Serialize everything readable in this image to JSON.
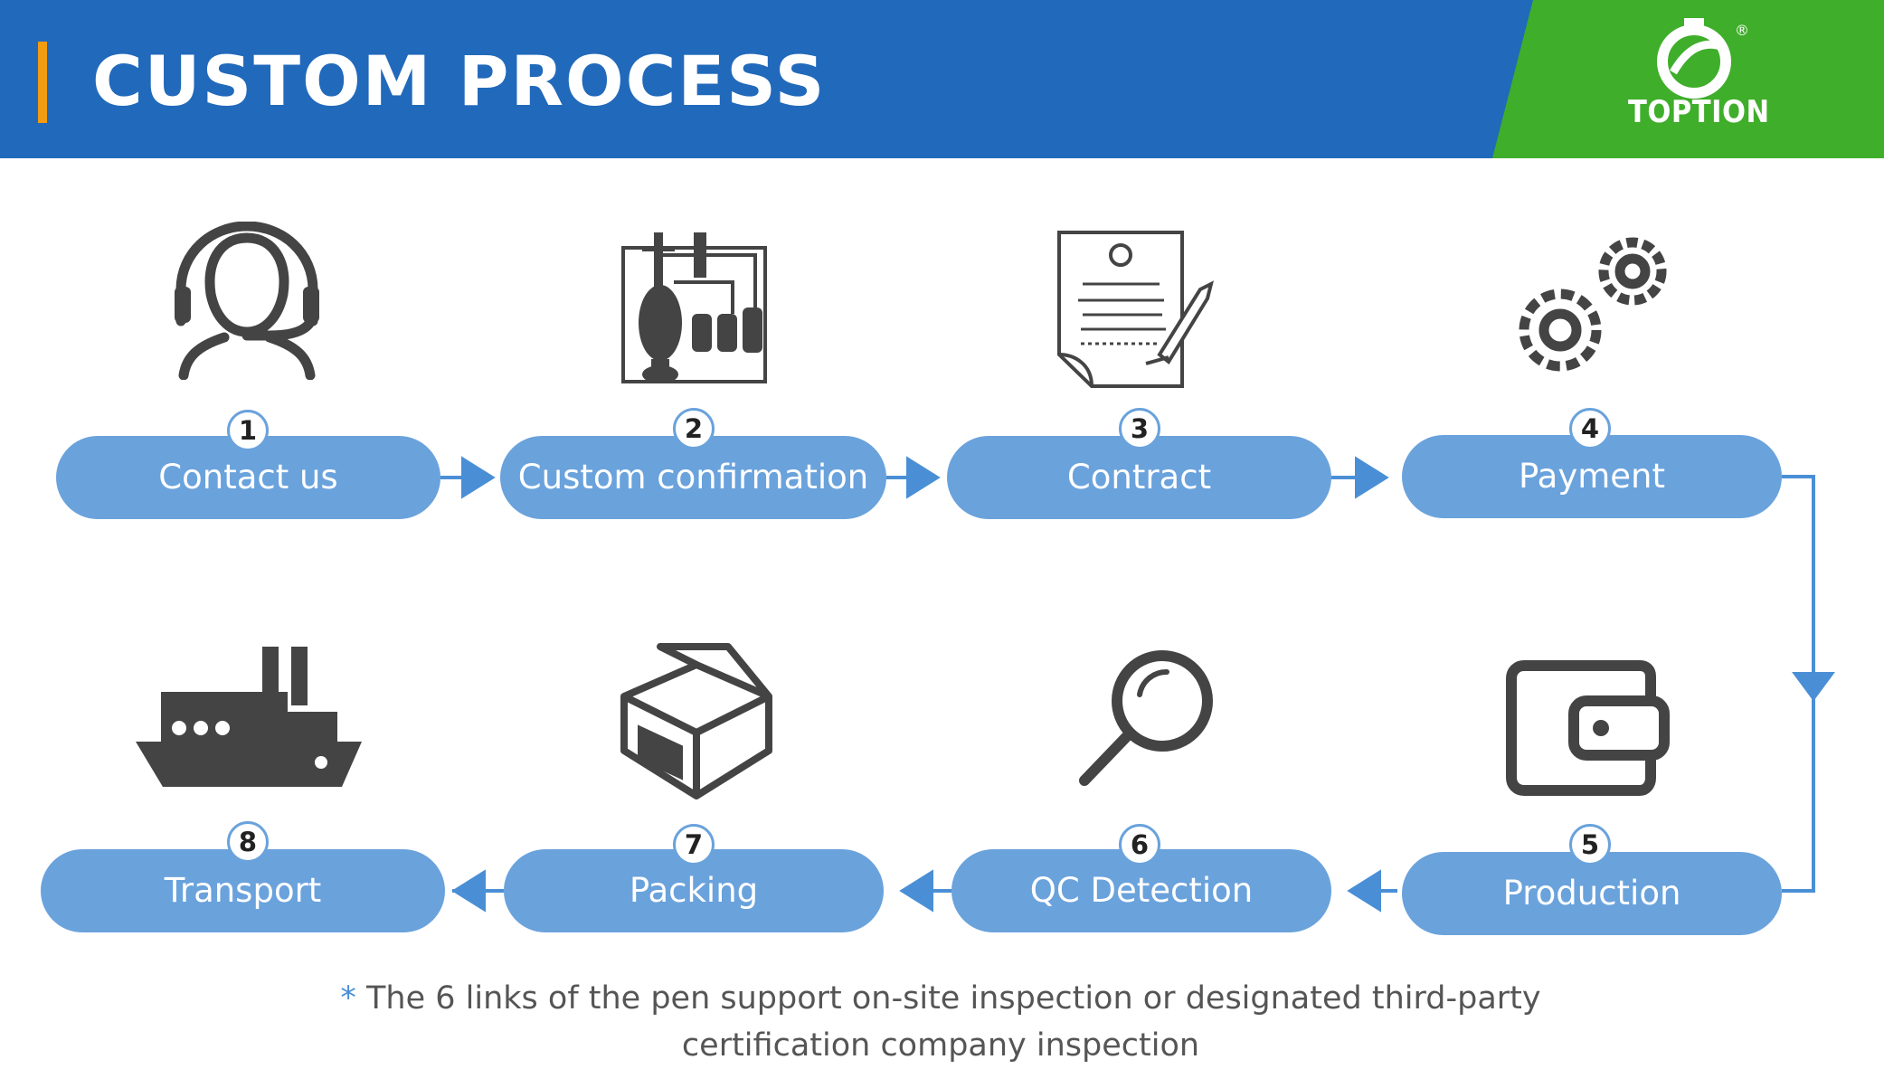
{
  "header": {
    "title": "CUSTOM PROCESS",
    "logo_text": "TOPTION",
    "logo_reg": "®",
    "colors": {
      "blue": "#2169bb",
      "green": "#3fae2a",
      "accent": "#f39c12"
    }
  },
  "steps": [
    {
      "number": "1",
      "label": "Contact us",
      "icon": "headset-person-icon"
    },
    {
      "number": "2",
      "label": "Custom confirmation",
      "icon": "reactor-equipment-icon"
    },
    {
      "number": "3",
      "label": "Contract",
      "icon": "contract-document-icon"
    },
    {
      "number": "4",
      "label": "Payment",
      "icon": "gears-icon"
    },
    {
      "number": "5",
      "label": "Production",
      "icon": "wallet-icon"
    },
    {
      "number": "6",
      "label": "QC Detection",
      "icon": "magnifier-icon"
    },
    {
      "number": "7",
      "label": "Packing",
      "icon": "box-icon"
    },
    {
      "number": "8",
      "label": "Transport",
      "icon": "ship-icon"
    }
  ],
  "footnote": {
    "marker": "*",
    "line1": "The 6 links of the pen support on-site inspection or designated third-party",
    "line2": "certification company inspection"
  },
  "colors": {
    "pill": "#6aa2dc",
    "icon": "#444444",
    "connector": "#4a8fd6"
  }
}
